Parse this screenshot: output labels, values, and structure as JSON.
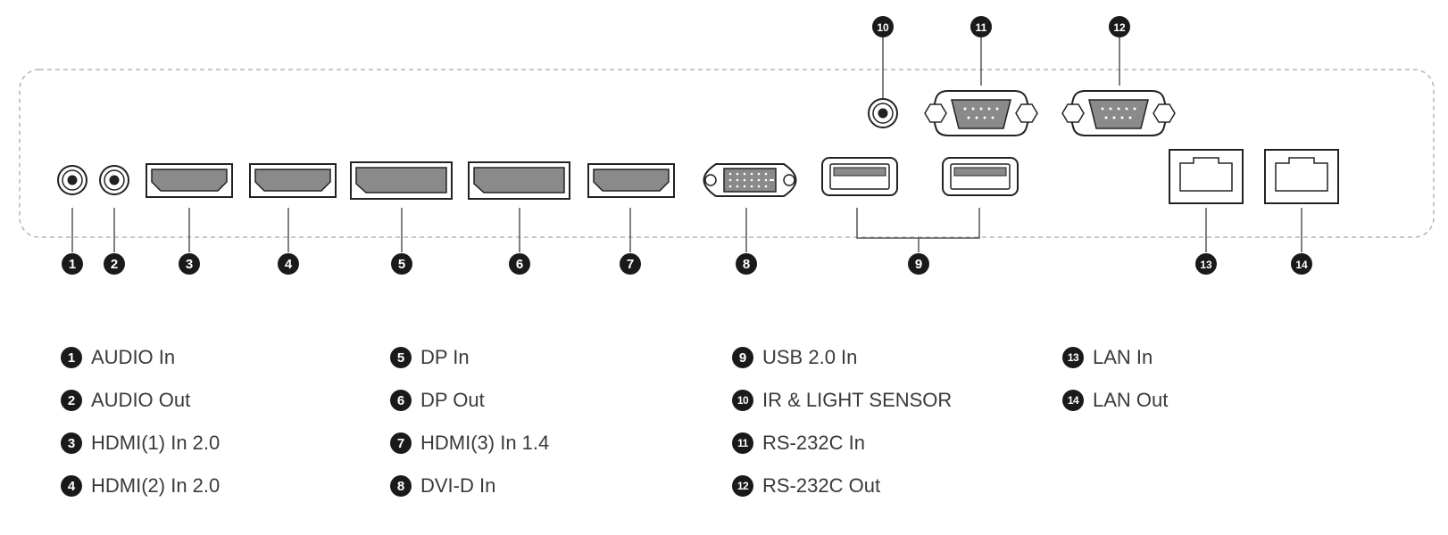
{
  "legend": [
    {
      "num": "1",
      "text": "AUDIO In"
    },
    {
      "num": "2",
      "text": "AUDIO Out"
    },
    {
      "num": "3",
      "text": "HDMI(1) In 2.0"
    },
    {
      "num": "4",
      "text": "HDMI(2) In 2.0"
    },
    {
      "num": "5",
      "text": "DP In"
    },
    {
      "num": "6",
      "text": "DP Out"
    },
    {
      "num": "7",
      "text": "HDMI(3) In 1.4"
    },
    {
      "num": "8",
      "text": "DVI-D In"
    },
    {
      "num": "9",
      "text": "USB 2.0 In"
    },
    {
      "num": "10",
      "text": "IR & LIGHT SENSOR"
    },
    {
      "num": "11",
      "text": "RS-232C In"
    },
    {
      "num": "12",
      "text": "RS-232C Out"
    },
    {
      "num": "13",
      "text": "LAN In"
    },
    {
      "num": "14",
      "text": "LAN Out"
    }
  ],
  "port_numbers": [
    "1",
    "2",
    "3",
    "4",
    "5",
    "6",
    "7",
    "8",
    "9",
    "10",
    "11",
    "12",
    "13",
    "14"
  ],
  "colors": {
    "badge": "#1a1a1a",
    "port_fill": "#8a8a8a",
    "outline": "#222222",
    "panel_border": "#b5b5b5"
  }
}
